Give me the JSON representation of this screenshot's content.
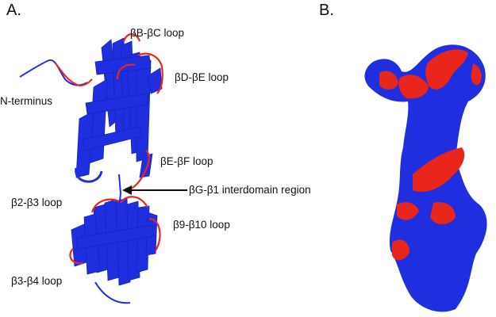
{
  "panels": {
    "a": {
      "letter": "A."
    },
    "b": {
      "letter": "B."
    }
  },
  "labels": {
    "bb_bc": "βB-βC loop",
    "bd_be": "βD-βE loop",
    "n_term": "N-terminus",
    "be_bf": "βE-βF loop",
    "bg_b1": "βG-β1 interdomain region",
    "b2_b3": "β2-β3 loop",
    "b9_b10": "β9-β10 loop",
    "b3_b4": "β3-β4 loop"
  },
  "colors": {
    "structure": "#1f2fe0",
    "loop": "#e8261c",
    "text": "#111111"
  },
  "icons": {
    "arrow": "left-arrow"
  }
}
